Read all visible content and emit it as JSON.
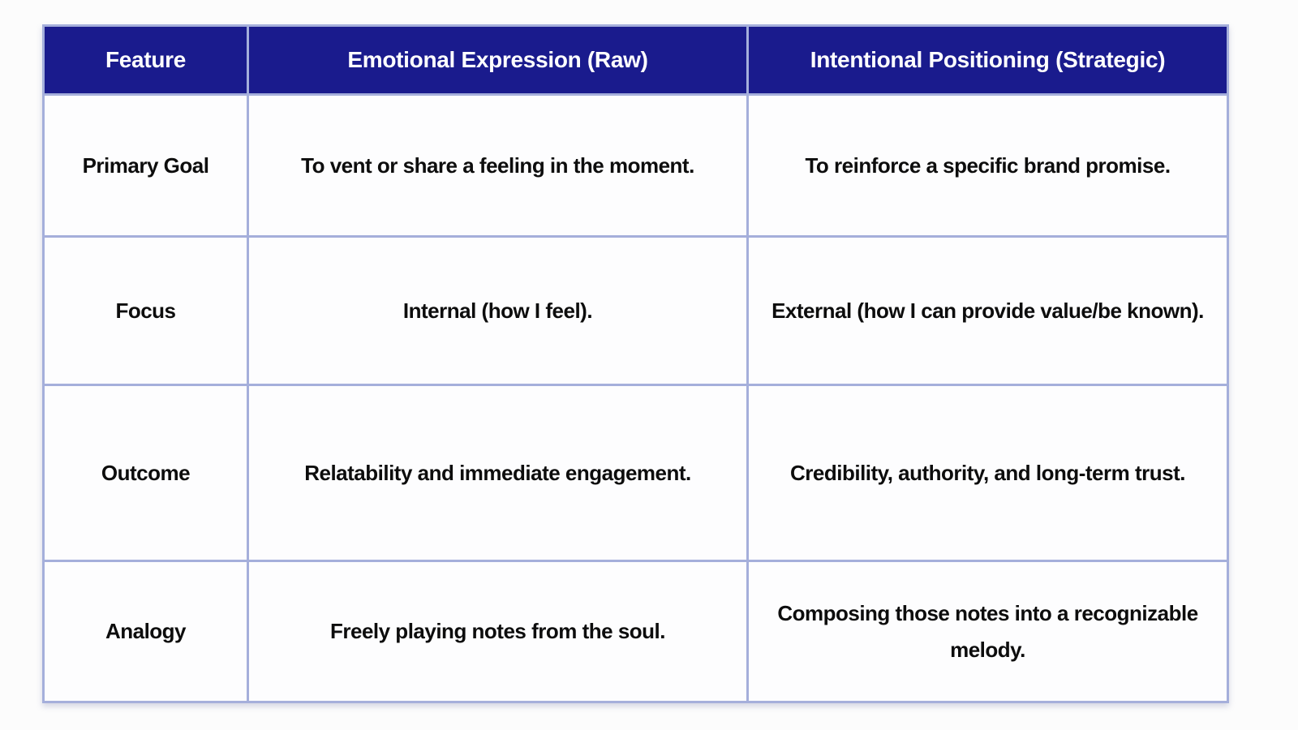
{
  "table": {
    "headers": [
      "Feature",
      "Emotional Expression (Raw)",
      "Intentional Positioning (Strategic)"
    ],
    "rows": [
      {
        "feature": "Primary Goal",
        "raw": "To vent or share a feeling in the moment.",
        "strategic": "To reinforce a specific brand promise."
      },
      {
        "feature": "Focus",
        "raw": "Internal (how I feel).",
        "strategic": "External (how I can provide value/be known)."
      },
      {
        "feature": "Outcome",
        "raw": "Relatability and immediate engagement.",
        "strategic": "Credibility, authority, and long-term trust."
      },
      {
        "feature": "Analogy",
        "raw": "Freely playing notes from the soul.",
        "strategic": "Composing those notes into a recognizable melody."
      }
    ],
    "colors": {
      "header_bg": "#1a1b8d",
      "header_text": "#ffffff",
      "grid_border": "#a5afdb",
      "body_text": "#0d0d0d",
      "cell_bg": "#fdfdfe",
      "page_bg": "#fcfcfc"
    }
  }
}
